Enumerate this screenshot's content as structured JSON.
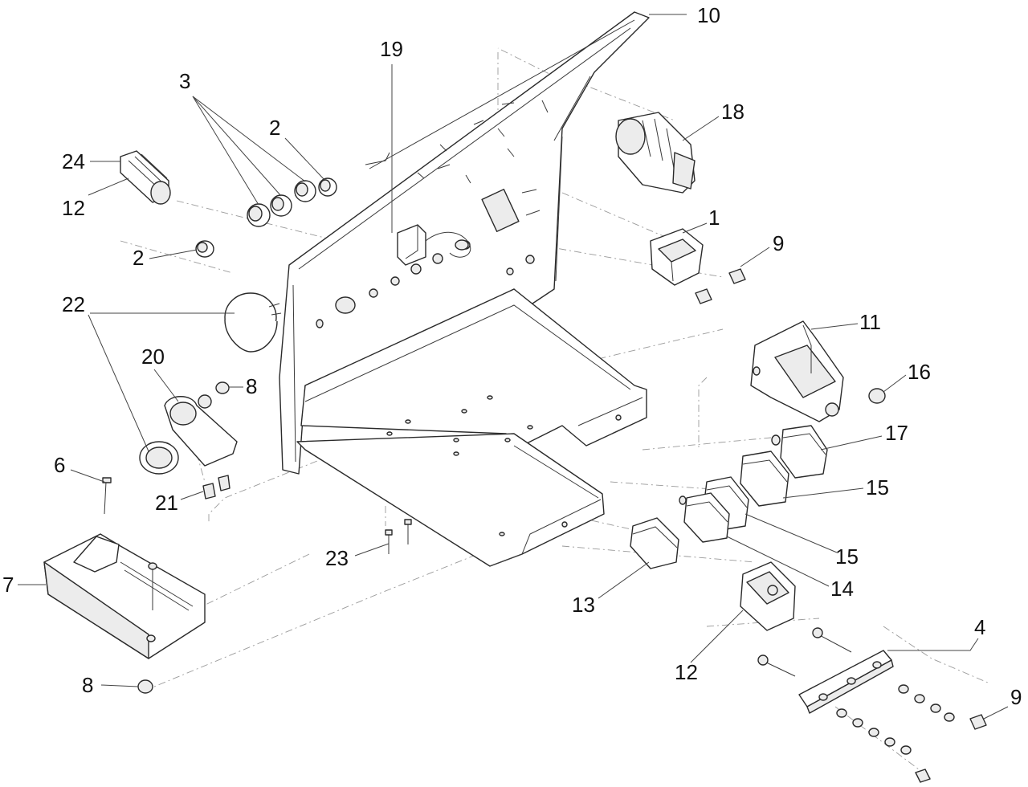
{
  "diagram": {
    "callouts": [
      {
        "id": "c10",
        "text": "10"
      },
      {
        "id": "c19",
        "text": "19"
      },
      {
        "id": "c3",
        "text": "3"
      },
      {
        "id": "c2a",
        "text": "2"
      },
      {
        "id": "c18",
        "text": "18"
      },
      {
        "id": "c24",
        "text": "24"
      },
      {
        "id": "c12a",
        "text": "12"
      },
      {
        "id": "c1",
        "text": "1"
      },
      {
        "id": "c9a",
        "text": "9"
      },
      {
        "id": "c2b",
        "text": "2"
      },
      {
        "id": "c22",
        "text": "22"
      },
      {
        "id": "c11",
        "text": "11"
      },
      {
        "id": "c16",
        "text": "16"
      },
      {
        "id": "c20",
        "text": "20"
      },
      {
        "id": "c8a",
        "text": "8"
      },
      {
        "id": "c17",
        "text": "17"
      },
      {
        "id": "c6",
        "text": "6"
      },
      {
        "id": "c15a",
        "text": "15"
      },
      {
        "id": "c21",
        "text": "21"
      },
      {
        "id": "c15b",
        "text": "15"
      },
      {
        "id": "c23",
        "text": "23"
      },
      {
        "id": "c7",
        "text": "7"
      },
      {
        "id": "c14",
        "text": "14"
      },
      {
        "id": "c13",
        "text": "13"
      },
      {
        "id": "c4",
        "text": "4"
      },
      {
        "id": "c12b",
        "text": "12"
      },
      {
        "id": "c8b",
        "text": "8"
      },
      {
        "id": "c9b",
        "text": "9"
      }
    ]
  }
}
